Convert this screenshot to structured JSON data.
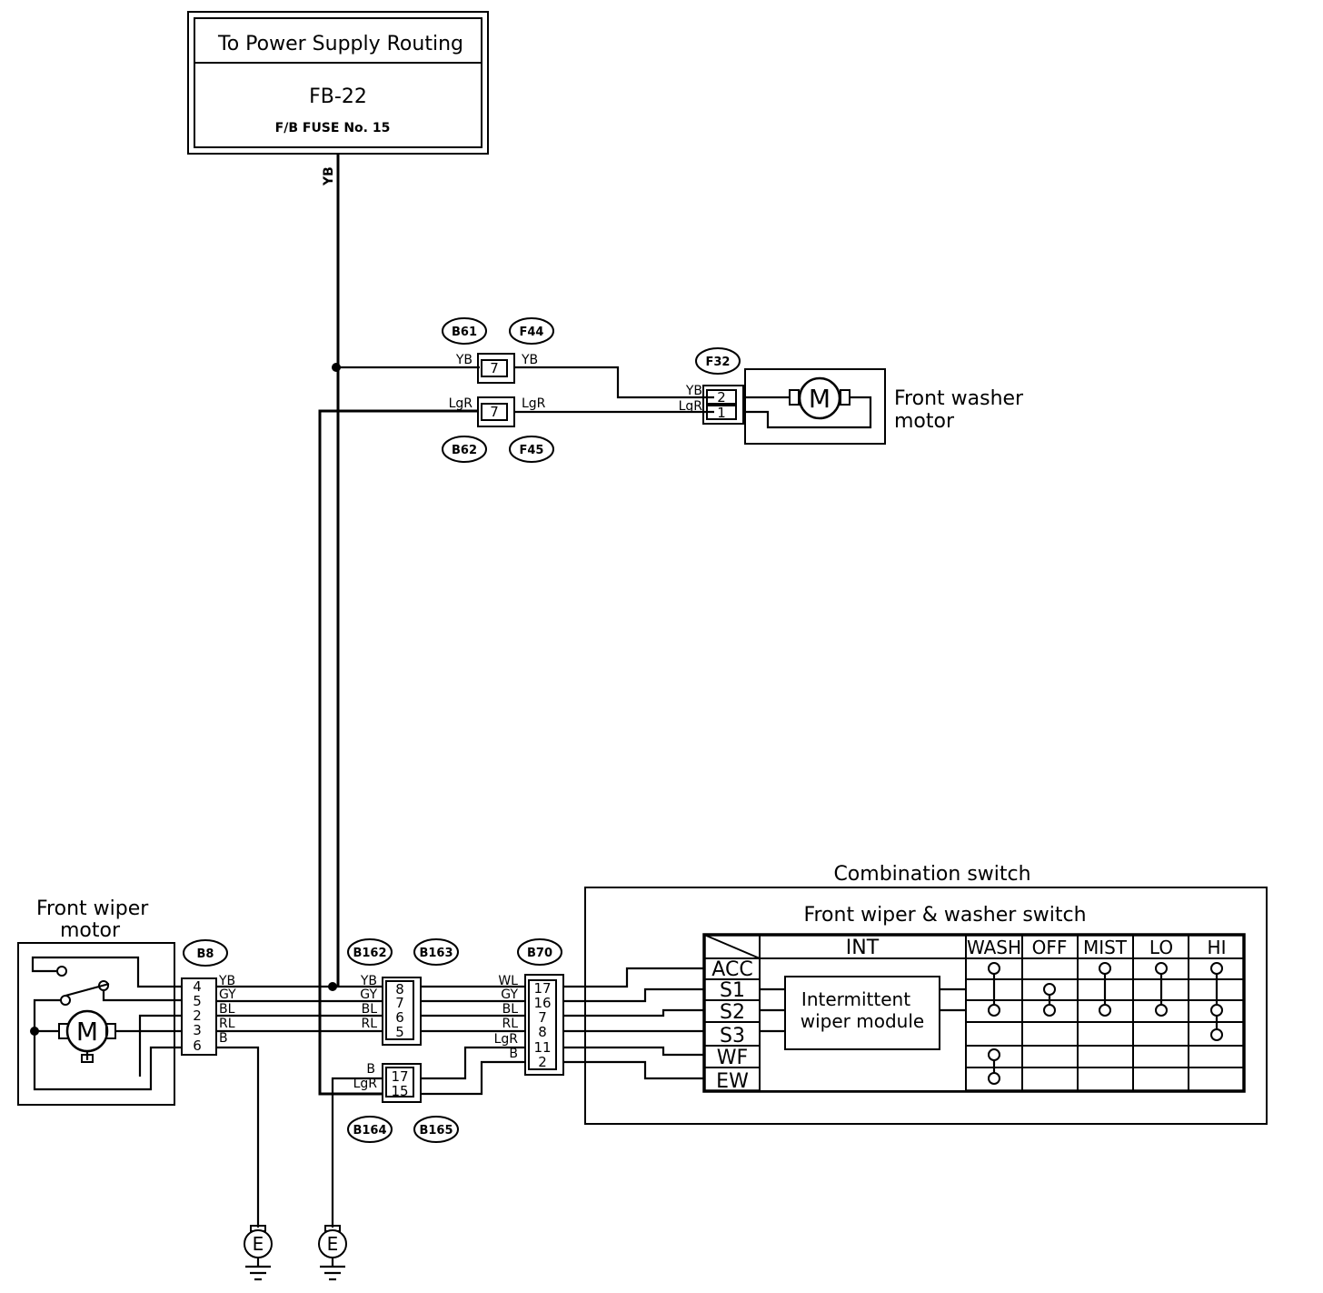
{
  "power_box": {
    "title": "To Power Supply Routing",
    "code": "FB-22",
    "fuse": "F/B FUSE No. 15"
  },
  "main_wire_color": "YB",
  "connectors": {
    "b61": "B61",
    "f44": "F44",
    "b62": "B62",
    "f45": "F45",
    "f32": "F32",
    "b8": "B8",
    "b162": "B162",
    "b163": "B163",
    "b70": "B70",
    "b164": "B164",
    "b165": "B165"
  },
  "washer_junction": {
    "yb_pin": "7",
    "lgr_pin": "7",
    "yb_left": "YB",
    "yb_right": "YB",
    "lgr_left": "LgR",
    "lgr_right": "LgR"
  },
  "washer_motor": {
    "label_line1": "Front washer",
    "label_line2": "motor",
    "pins": [
      "2",
      "1"
    ],
    "wires": [
      "YB",
      "LgR"
    ],
    "motor_symbol": "M"
  },
  "wiper_motor": {
    "label_line1": "Front wiper",
    "label_line2": "motor",
    "motor_symbol": "M",
    "pins": [
      {
        "pin": "4",
        "wire": "YB"
      },
      {
        "pin": "5",
        "wire": "GY"
      },
      {
        "pin": "2",
        "wire": "BL"
      },
      {
        "pin": "3",
        "wire": "RL"
      },
      {
        "pin": "6",
        "wire": "B"
      }
    ]
  },
  "b162_conn": {
    "pins": [
      {
        "pin": "8",
        "wire": "YB"
      },
      {
        "pin": "7",
        "wire": "GY"
      },
      {
        "pin": "6",
        "wire": "BL"
      },
      {
        "pin": "5",
        "wire": "RL"
      }
    ]
  },
  "b164_conn": {
    "pins": [
      {
        "pin": "17",
        "wire": "B"
      },
      {
        "pin": "15",
        "wire": "LgR"
      }
    ]
  },
  "b70_conn": {
    "pins": [
      {
        "pin": "17",
        "wire": "WL"
      },
      {
        "pin": "16",
        "wire": "GY"
      },
      {
        "pin": "7",
        "wire": "BL"
      },
      {
        "pin": "8",
        "wire": "RL"
      },
      {
        "pin": "11",
        "wire": "LgR"
      },
      {
        "pin": "2",
        "wire": "B"
      }
    ]
  },
  "ground_symbol": "E",
  "combination_switch": {
    "title": "Combination switch",
    "subtitle": "Front wiper & washer switch",
    "rows": [
      "ACC",
      "S1",
      "S2",
      "S3",
      "WF",
      "EW"
    ],
    "columns": [
      "INT",
      "WASH",
      "OFF",
      "MIST",
      "LO",
      "HI"
    ],
    "module_line1": "Intermittent",
    "module_line2": "wiper module"
  }
}
